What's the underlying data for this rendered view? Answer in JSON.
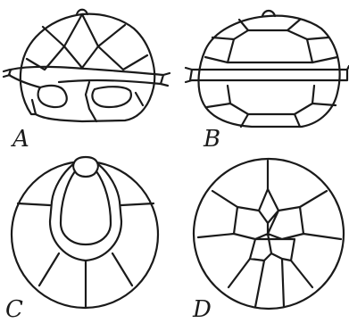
{
  "figure": {
    "panels": [
      {
        "id": "A",
        "label": "A",
        "view": "ventral"
      },
      {
        "id": "B",
        "label": "B",
        "view": "dorsal"
      },
      {
        "id": "C",
        "label": "C",
        "view": "apical"
      },
      {
        "id": "D",
        "label": "D",
        "view": "antapical"
      }
    ],
    "colors": {
      "ink": "#1a1a1a",
      "background": "#ffffff"
    }
  }
}
